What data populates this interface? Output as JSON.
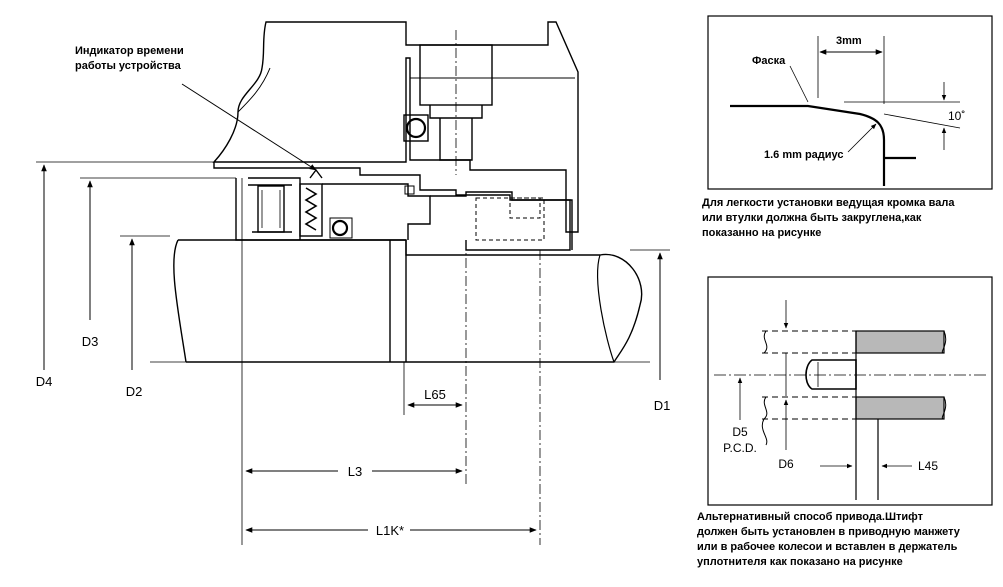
{
  "main": {
    "indicator_label": "Индикатор времени\nработы устройства",
    "dims": {
      "d4": "D4",
      "d3": "D3",
      "d2": "D2",
      "d1": "D1",
      "l65": "L65",
      "l3": "L3",
      "l1k": "L1K*"
    }
  },
  "detail_chamfer": {
    "chamfer_label": "Фаска",
    "width_label": "3mm",
    "angle_label": "10˚",
    "radius_label": "1.6 mm радиус",
    "caption": "Для легкости установки ведущая кромка вала\nили втулки должна быть закруглена,как\nпоказанно на рисунке"
  },
  "detail_drive": {
    "d5": "D5",
    "pcd": "P.C.D.",
    "d6": "D6",
    "l45": "L45",
    "caption": "Альтернативный способ привода.Штифт\nдолжен быть установлен в приводную манжету\nили в рабочее колесои и вставлен в держатель\nуплотнителя  как показано на рисунке"
  }
}
